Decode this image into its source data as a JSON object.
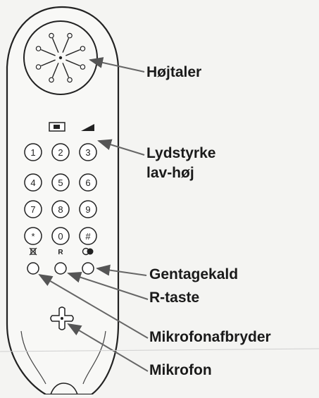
{
  "labels": {
    "speaker": "Højtaler",
    "volume_line1": "Lydstyrke",
    "volume_line2": "lav-høj",
    "redial": "Gentagekald",
    "r_key": "R-taste",
    "mute": "Mikrofonafbryder",
    "microphone": "Mikrofon"
  },
  "keypad": {
    "rows": [
      [
        "1",
        "2",
        "3"
      ],
      [
        "4",
        "5",
        "6"
      ],
      [
        "7",
        "8",
        "9"
      ],
      [
        "*",
        "0",
        "#"
      ]
    ],
    "function_row": [
      "",
      "R",
      ""
    ]
  },
  "icons": {
    "speaker": "speaker-grille-icon",
    "volume_low": "volume-low-icon",
    "volume_high": "volume-high-icon",
    "mute": "mute-icon",
    "redial": "redial-icon",
    "microphone": "microphone-icon"
  }
}
